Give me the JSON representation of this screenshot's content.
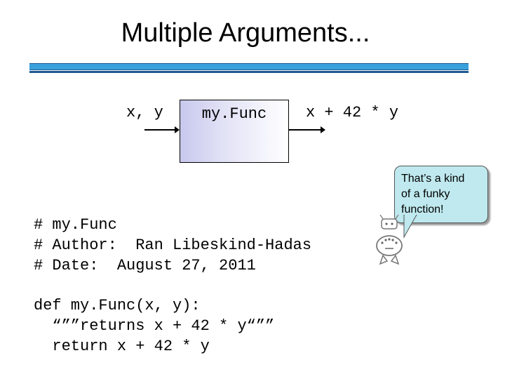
{
  "title": "Multiple Arguments...",
  "diagram": {
    "input": "x, y",
    "function_name": "my.Func",
    "output": "x + 42 * y"
  },
  "bubble": {
    "line1": "That’s a kind",
    "line2": "of a funky",
    "line3": "function!"
  },
  "code": {
    "comments": [
      "# my.Func",
      "# Author:  Ran Libeskind-Hadas",
      "# Date:  August 27, 2011"
    ],
    "definition": [
      "def my.Func(x, y):",
      "  “””returns x + 42 * y“””",
      "  return x + 42 * y"
    ]
  },
  "colors": {
    "title_bar": "#3aa0dc",
    "title_bar_dark": "#1d5a92",
    "box_gradient": "#c8c8ee",
    "bubble_fill": "#bfe9ee"
  },
  "icons": {
    "character": "alien-character-icon"
  }
}
